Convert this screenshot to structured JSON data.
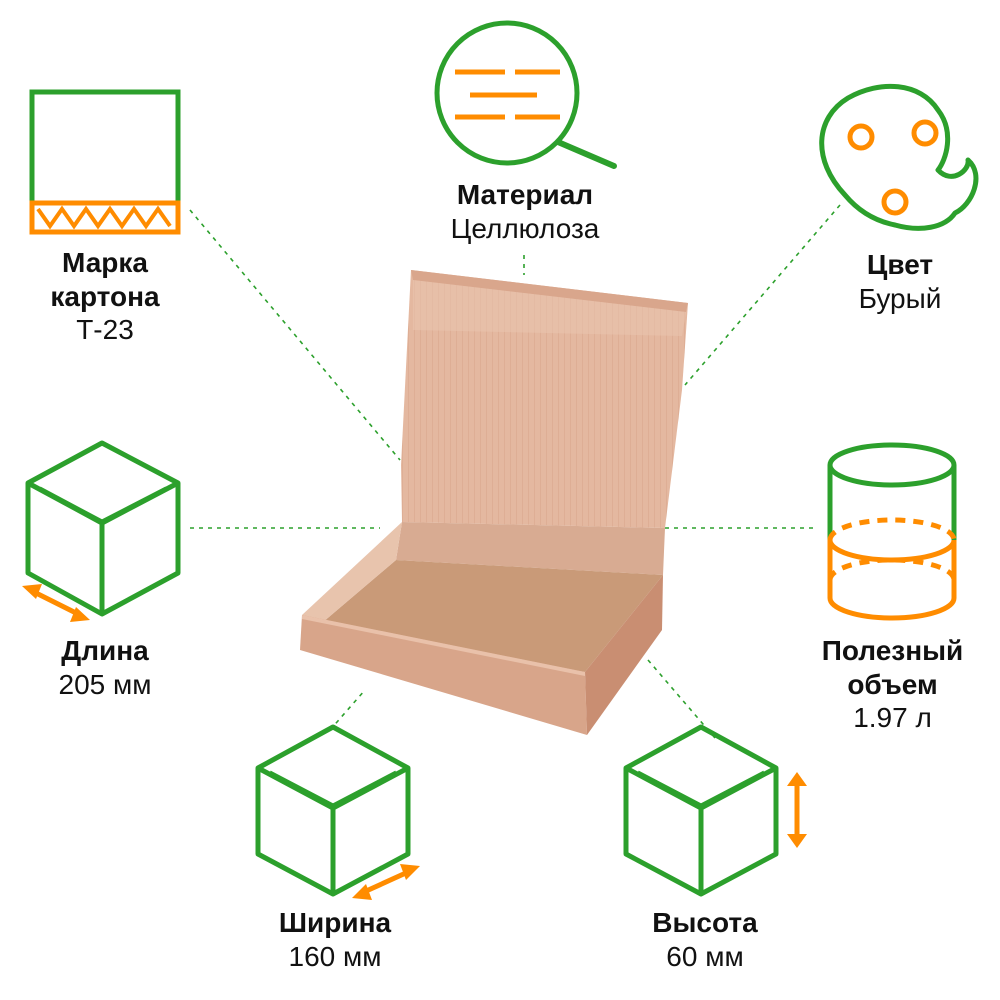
{
  "colors": {
    "accent_green": "#2ca02c",
    "accent_orange": "#ff8c00",
    "box_outer": "#d9a68c",
    "box_inner": "#e8c1ab",
    "box_shadow": "#c98e72"
  },
  "icons": {
    "board": "corrugated-board-icon",
    "material": "magnifier-icon",
    "color": "palette-icon",
    "length": "cube-length-icon",
    "volume": "cylinder-volume-icon",
    "width": "cube-width-icon",
    "height": "cube-height-icon"
  },
  "specs": {
    "board_grade": {
      "title_line1": "Марка",
      "title_line2": "картона",
      "value": "Т-23"
    },
    "material": {
      "title": "Материал",
      "value": "Целлюлоза"
    },
    "color": {
      "title": "Цвет",
      "value": "Бурый"
    },
    "length": {
      "title": "Длина",
      "value": "205 мм"
    },
    "volume": {
      "title_line1": "Полезный",
      "title_line2": "объем",
      "value": "1.97 л"
    },
    "width": {
      "title": "Ширина",
      "value": "160 мм"
    },
    "height": {
      "title": "Высота",
      "value": "60 мм"
    }
  }
}
